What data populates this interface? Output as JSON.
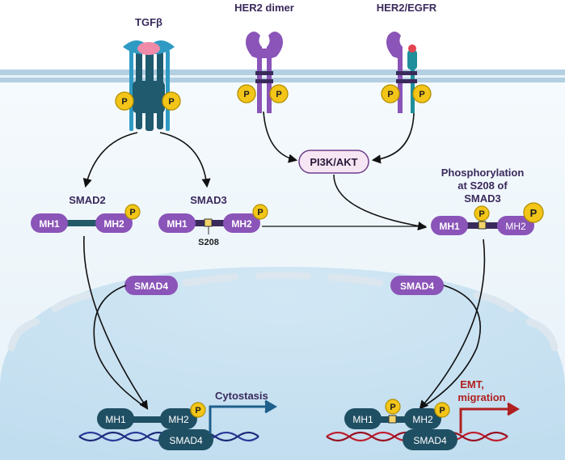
{
  "receptors": {
    "tgfb": "TGFβ",
    "her2_dimer": "HER2 dimer",
    "her2_egfr": "HER2/EGFR"
  },
  "phospho": "P",
  "pi3k": "PI3K/AKT",
  "smad2": {
    "title": "SMAD2",
    "mh1": "MH1",
    "mh2": "MH2"
  },
  "smad3": {
    "title": "SMAD3",
    "mh1": "MH1",
    "mh2": "MH2",
    "site": "S208"
  },
  "phospho_smad3": {
    "title_line1": "Phosphorylation",
    "title_line2": "at S208 of",
    "title_line3": "SMAD3",
    "mh1": "MH1",
    "mh2": "MH2"
  },
  "smad4": "SMAD4",
  "outcomes": {
    "left": "Cytostasis",
    "right_line1": "EMT,",
    "right_line2": "migration"
  },
  "nuclear_left": {
    "mh1": "MH1",
    "mh2": "MH2",
    "smad4": "SMAD4"
  },
  "nuclear_right": {
    "mh1": "MH1",
    "mh2": "MH2",
    "smad4": "SMAD4"
  },
  "colors": {
    "smad_purple": "#8a54b8",
    "nuclear_teal": "#1f4f63",
    "phospho_yellow": "#f2c518",
    "pi3k_fill": "#f6e6f4",
    "cytostasis_arrow": "#1f5f8b",
    "emt_arrow": "#b02020",
    "dna_blue": "#2a3a9a",
    "dna_red": "#c01f2f"
  }
}
